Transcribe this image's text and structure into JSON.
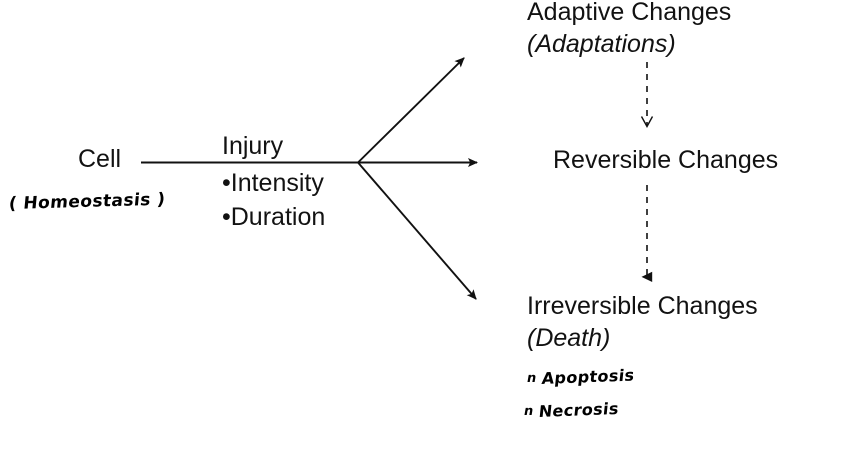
{
  "diagram": {
    "title_semantic": "cell-injury-outcomes-flowchart",
    "left": {
      "cell_label": "Cell",
      "homeostasis_note": "( Homeostasis )",
      "injury_label": "Injury",
      "injury_factors": [
        "•Intensity",
        "•Duration"
      ]
    },
    "right": {
      "branch_top": {
        "line1": "Adaptive Changes",
        "line2": "(Adaptations)"
      },
      "branch_middle": {
        "line1": "Reversible Changes"
      },
      "branch_bottom": {
        "line1": "Irreversible Changes",
        "line2": "(Death)",
        "handwritten_items": [
          "Apoptosis",
          "Necrosis"
        ],
        "handwritten_bullet": "n"
      }
    },
    "connectors": {
      "stem_from": "Cell",
      "branch_count": 3,
      "dashed_arrow_1": "Adaptive Changes to Reversible Changes",
      "dashed_arrow_2": "Reversible Changes to Irreversible Changes"
    },
    "colors": {
      "background": "#ffffff",
      "ink": "#121212",
      "handwriting": "#000000"
    }
  }
}
